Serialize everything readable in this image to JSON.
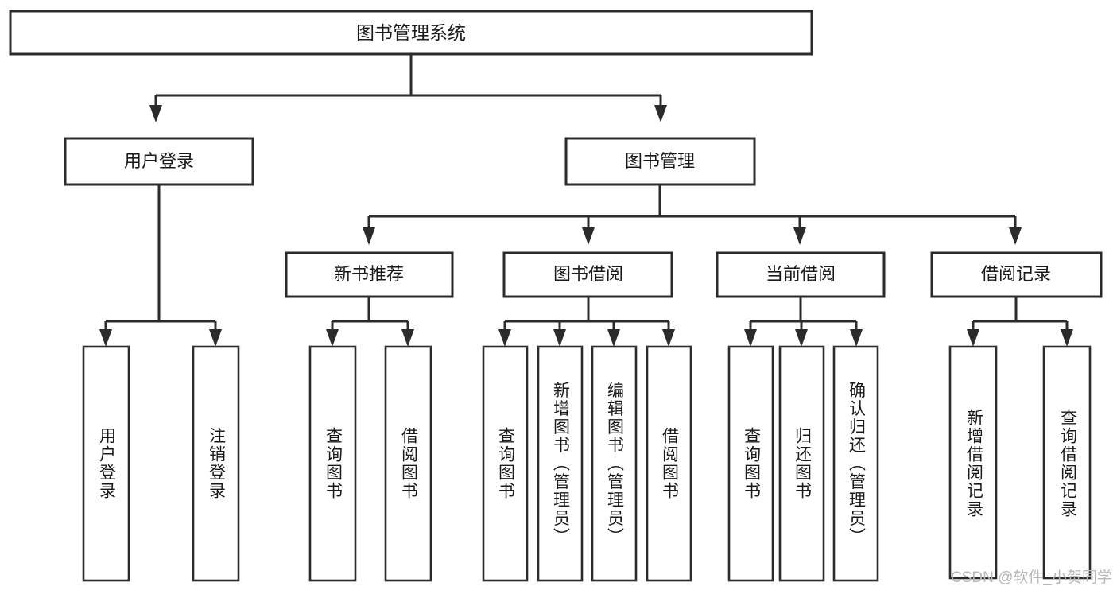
{
  "diagram": {
    "type": "hierarchy-tree",
    "title": "图书管理系统",
    "root": {
      "label": "图书管理系统",
      "level": 1
    },
    "level2": [
      {
        "label": "用户登录"
      },
      {
        "label": "图书管理"
      }
    ],
    "level3": [
      {
        "label": "新书推荐",
        "parent": "图书管理"
      },
      {
        "label": "图书借阅",
        "parent": "图书管理"
      },
      {
        "label": "当前借阅",
        "parent": "图书管理"
      },
      {
        "label": "借阅记录",
        "parent": "图书管理"
      }
    ],
    "leaves": {
      "user_login": [
        {
          "label": "用户登录"
        },
        {
          "label": "注销登录"
        }
      ],
      "new_book_recommend": [
        {
          "label": "查询图书"
        },
        {
          "label": "借阅图书"
        }
      ],
      "book_borrow": [
        {
          "label": "查询图书"
        },
        {
          "label": "新增图书（管理员）"
        },
        {
          "label": "编辑图书（管理员）"
        },
        {
          "label": "借阅图书"
        }
      ],
      "current_borrow": [
        {
          "label": "查询图书"
        },
        {
          "label": "归还图书"
        },
        {
          "label": "确认归还（管理员）"
        }
      ],
      "borrow_record": [
        {
          "label": "新增借阅记录"
        },
        {
          "label": "查询借阅记录"
        }
      ]
    },
    "watermark": "CSDN @软件_小贺同学",
    "colors": {
      "stroke": "#2b2b2b",
      "fill": "#ffffff",
      "text": "#1a1a1a",
      "watermark": "#b8b8b8",
      "background": "#ffffff"
    }
  }
}
